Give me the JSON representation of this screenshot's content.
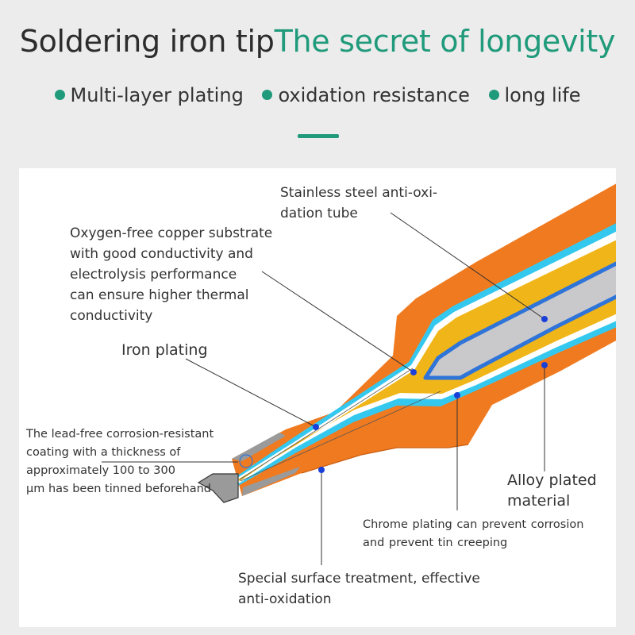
{
  "title": {
    "part1": "Soldering iron tip",
    "part2": "The secret of longevity",
    "color_dark": "#2c2c2c",
    "color_accent": "#1f9a7a"
  },
  "features": [
    {
      "icon": "green-dot-icon",
      "label": "Multi-layer plating"
    },
    {
      "icon": "green-dot-icon",
      "label": "oxidation resistance"
    },
    {
      "icon": "green-dot-icon",
      "label": "long life"
    }
  ],
  "colors": {
    "outer_coating": "#f07a1f",
    "light_blue_layer": "#35c8ee",
    "copper_core": "#f0b619",
    "steel_tube": "#c9c9cc",
    "steel_outline": "#2f74d8",
    "tip_tinned": "#9a9a9a",
    "leader_dot": "#1a3fd8"
  },
  "labels": {
    "stainless_tube": "Stainless  steel  anti-oxi-\ndation tube",
    "copper_substrate": "Oxygen-free copper substrate\nwith good conductivity and\n electrolysis performance\ncan ensure higher thermal\nconductivity",
    "iron_plating": "Iron plating",
    "lead_free_coating": "The lead-free corrosion-resistant\ncoating with a thickness of\napproximately 100 to 300\nμm has been tinned beforehand",
    "alloy_plated": "Alloy plated\nmaterial",
    "chrome_plating": "Chrome  plating  can  prevent  corrosion\nand prevent tin creeping",
    "surface_treatment": "Special surface treatment, effective\nanti-oxidation"
  }
}
